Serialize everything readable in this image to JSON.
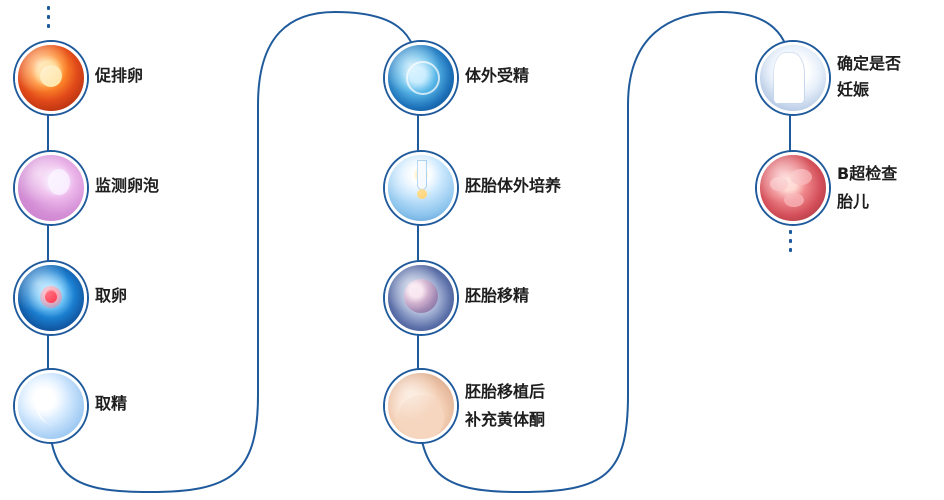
{
  "steps": [
    {
      "id": "ovulation",
      "label": "促排卵",
      "icon": "ovulation-icon"
    },
    {
      "id": "monitor",
      "label": "监测卵泡",
      "icon": "follicle-monitoring-icon"
    },
    {
      "id": "retrieval",
      "label": "取卵",
      "icon": "egg-retrieval-icon"
    },
    {
      "id": "sperm",
      "label": "取精",
      "icon": "sperm-collection-icon"
    },
    {
      "id": "ivf",
      "label": "体外受精",
      "icon": "fertilization-icon"
    },
    {
      "id": "culture",
      "label": "胚胎体外培养",
      "icon": "embryo-culture-icon"
    },
    {
      "id": "transfer",
      "label": "胚胎移精",
      "icon": "embryo-transfer-icon"
    },
    {
      "id": "luteal",
      "label_lines": [
        "胚胎移植后",
        "补充黄体酮"
      ],
      "icon": "progesterone-icon"
    },
    {
      "id": "pregnancy",
      "label_lines": [
        "确定是否",
        "妊娠"
      ],
      "icon": "pregnancy-check-icon"
    },
    {
      "id": "ultrasound",
      "label_lines": [
        "B超检查",
        "胎儿"
      ],
      "icon": "ultrasound-icon"
    }
  ],
  "colors": {
    "line": "#1f5a9c",
    "label": "#1e1e1e"
  }
}
